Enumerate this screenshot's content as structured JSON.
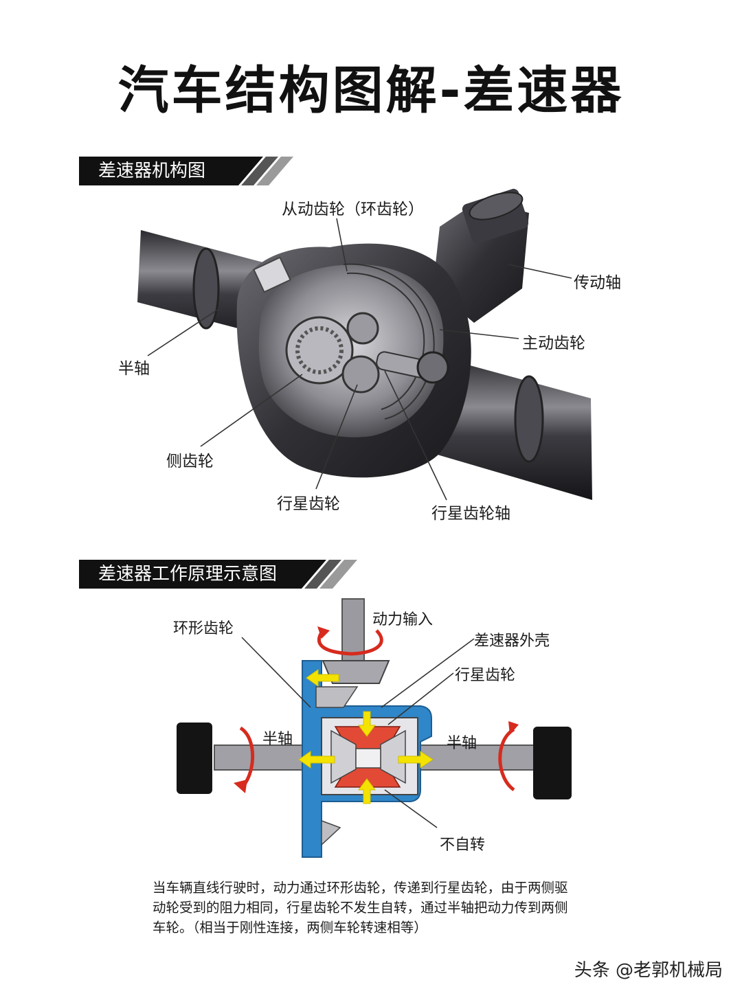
{
  "title": "汽车结构图解-差速器",
  "section1": {
    "heading": "差速器机构图",
    "labels": {
      "driven_gear": "从动齿轮（环齿轮）",
      "drive_shaft": "传动轴",
      "drive_gear": "主动齿轮",
      "half_shaft": "半轴",
      "side_gear": "侧齿轮",
      "planet_gear": "行星齿轮",
      "planet_shaft": "行星齿轮轴"
    }
  },
  "section2": {
    "heading": "差速器工作原理示意图",
    "labels": {
      "ring_gear": "环形齿轮",
      "power_input": "动力输入",
      "housing": "差速器外壳",
      "planet_gear": "行星齿轮",
      "half_shaft_left": "半轴",
      "half_shaft_right": "半轴",
      "no_rotation": "不自转"
    },
    "description": [
      "当车辆直线行驶时，动力通过环形齿轮，传递到行星齿轮，由于两侧驱",
      "动轮受到的阻力相同，行星齿轮不发生自转，通过半轴把动力传到两侧",
      "车轮。（相当于刚性连接，两侧车轮转速相等）"
    ]
  },
  "footer": "头条 @老郭机械局",
  "colors": {
    "housing_blue": "#2f86c8",
    "arrow_yellow": "#f4e300",
    "rotation_red": "#d62b1e",
    "banner_black": "#111111"
  }
}
